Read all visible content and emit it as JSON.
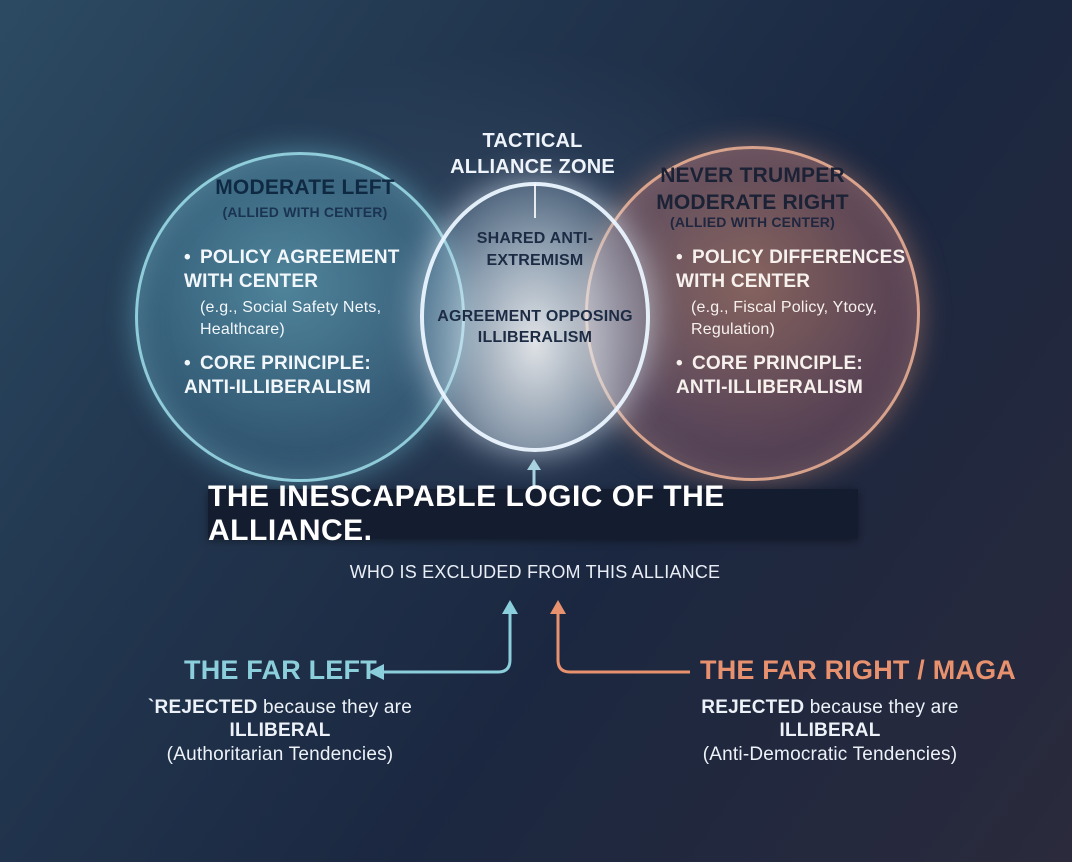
{
  "tactical_zone": {
    "line1": "TACTICAL",
    "line2": "ALLIANCE ZONE"
  },
  "left_circle": {
    "title": "MODERATE LEFT",
    "subtitle": "(ALLIED WITH CENTER)",
    "bullet1": "POLICY AGREEMENT WITH CENTER",
    "bullet1_example": "(e.g., Social Safety Nets, Healthcare)",
    "bullet2": "CORE PRINCIPLE: ANTI-ILLIBERALISM",
    "color": "#6fbfd1"
  },
  "right_circle": {
    "title_line1": "NEVER TRUMPER",
    "title_line2": "MODERATE RIGHT",
    "subtitle": "(ALLIED WITH CENTER)",
    "bullet1": "POLICY DIFFERENCES WITH CENTER",
    "bullet1_example": "(e.g., Fiscal Policy, Ytocy, Regulation)",
    "bullet2": "CORE PRINCIPLE: ANTI-ILLIBERALISM",
    "color": "#d98c70"
  },
  "center": {
    "shared": "SHARED ANTI-EXTREMISM",
    "agreement": "AGREEMENT OPPOSING ILLIBERALISM"
  },
  "banner": {
    "text": "THE INESCAPABLE LOGIC OF THE ALLIANCE."
  },
  "excluded": {
    "title": "WHO IS EXCLUDED FROM THIS ALLIANCE"
  },
  "far_left": {
    "title": "THE FAR LEFT",
    "line1_prefix": "`REJECTED",
    "line1_rest": " because they are",
    "line2": "ILLIBERAL",
    "line3": "(Authoritarian Tendencies)",
    "color": "#8ccfdc"
  },
  "far_right": {
    "title": "THE FAR RIGHT / MAGA",
    "line1_prefix": "REJECTED",
    "line1_rest": " because they are",
    "line2": "ILLIBERAL",
    "line3": "(Anti-Democratic Tendencies)",
    "color": "#e8916e"
  }
}
